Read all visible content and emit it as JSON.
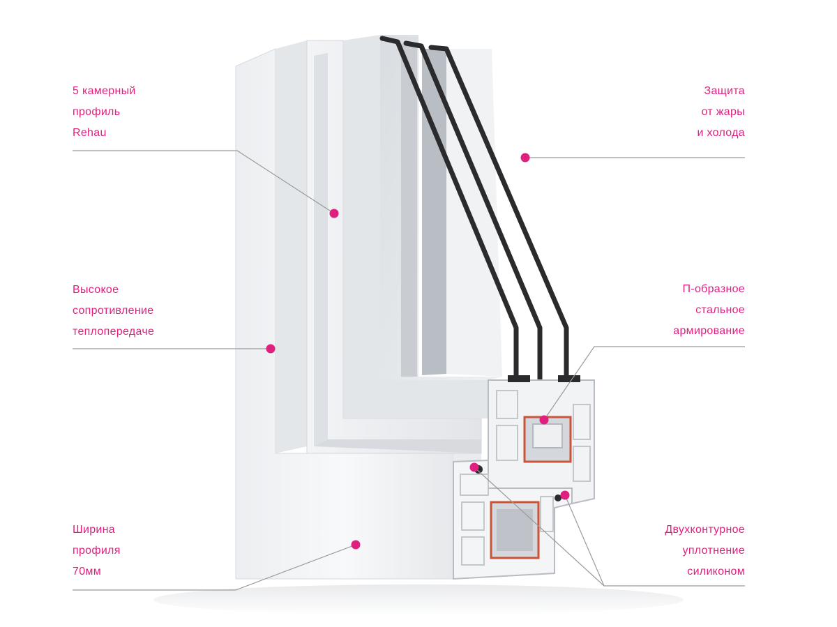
{
  "accent_color": "#e0207f",
  "leader_color": "#9a9a9a",
  "callouts": [
    {
      "id": "profile",
      "lines": [
        "5 камерный",
        "профиль",
        "Rehau"
      ]
    },
    {
      "id": "heat-cold",
      "lines": [
        "Защита",
        "от жары",
        "и холода"
      ]
    },
    {
      "id": "resistance",
      "lines": [
        "Высокое",
        "сопротивление",
        "теплопередаче"
      ]
    },
    {
      "id": "reinforcement",
      "lines": [
        "П-образное",
        "стальное",
        "армирование"
      ]
    },
    {
      "id": "width",
      "lines": [
        "Ширина",
        "профиля",
        "70мм"
      ]
    },
    {
      "id": "seal",
      "lines": [
        "Двухконтурное",
        "уплотнение",
        "силиконом"
      ]
    }
  ]
}
